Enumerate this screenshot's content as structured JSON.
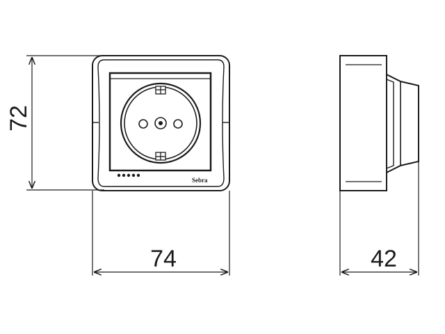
{
  "dimensions": {
    "height": "72",
    "width": "74",
    "depth": "42"
  },
  "front_view": {
    "brand": "Sebra",
    "indicator_dots": 5
  }
}
